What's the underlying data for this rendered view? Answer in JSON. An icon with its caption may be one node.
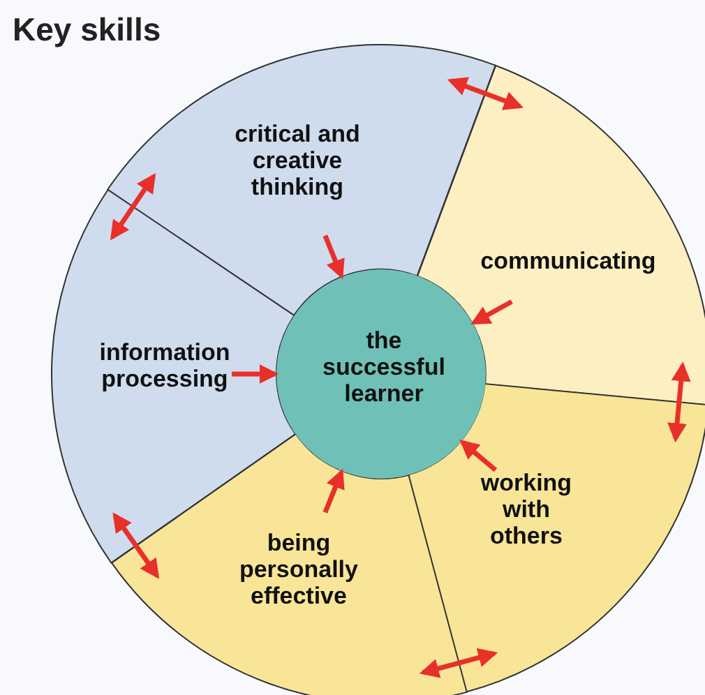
{
  "diagram": {
    "title": "Key skills",
    "nodes": [
      {
        "text": [
          "critical and creative thinking"
        ]
      },
      {
        "text": [
          "communicating"
        ]
      },
      {
        "text": [
          "information processing"
        ]
      },
      {
        "text": [
          "the successful learner"
        ]
      },
      {
        "text": [
          "working with others"
        ]
      },
      {
        "text": [
          "being personally effective"
        ]
      }
    ],
    "edges": [
      {
        "from": 0,
        "to": 3,
        "arrow": "to"
      },
      {
        "from": 1,
        "to": 3,
        "arrow": "to"
      },
      {
        "from": 2,
        "to": 3,
        "arrow": "to"
      },
      {
        "from": 4,
        "to": 3,
        "arrow": "to"
      },
      {
        "from": 5,
        "to": 3,
        "arrow": "to"
      },
      {
        "from": 0,
        "to": 1,
        "arrow": "both"
      },
      {
        "from": 0,
        "to": 2,
        "arrow": "both"
      },
      {
        "from": 1,
        "to": 4,
        "arrow": "both"
      },
      {
        "from": 4,
        "to": 5,
        "arrow": "both"
      },
      {
        "from": 2,
        "to": 5,
        "arrow": "both"
      }
    ]
  }
}
